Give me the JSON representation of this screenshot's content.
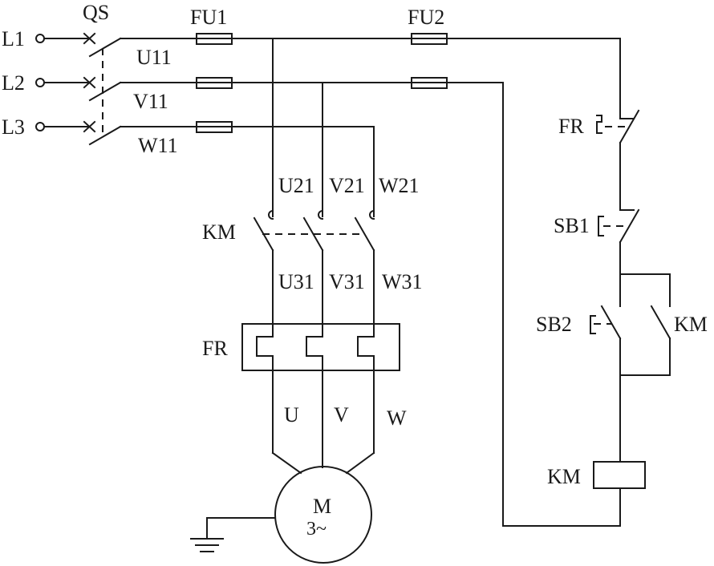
{
  "labels": {
    "qs": "QS",
    "fu1": "FU1",
    "fu2": "FU2",
    "l1": "L1",
    "l2": "L2",
    "l3": "L3",
    "u11": "U11",
    "v11": "V11",
    "w11": "W11",
    "u21": "U21",
    "v21": "V21",
    "w21": "W21",
    "km_main": "KM",
    "u31": "U31",
    "v31": "V31",
    "w31": "W31",
    "fr_main": "FR",
    "u": "U",
    "v": "V",
    "w": "W",
    "motor_m": "M",
    "motor_phase": "3~",
    "fr_aux": "FR",
    "sb1": "SB1",
    "sb2": "SB2",
    "km_aux": "KM",
    "km_coil": "KM"
  }
}
